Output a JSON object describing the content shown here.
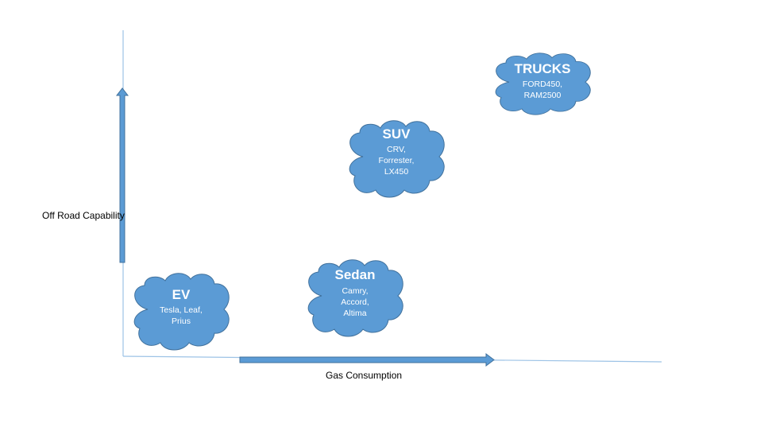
{
  "axes": {
    "x_label": "Gas Consumption",
    "y_label": "Off Road Capability"
  },
  "colors": {
    "cloud_fill": "#5b9bd5",
    "cloud_stroke": "#41719c",
    "axis_line": "#9dc3e6",
    "arrow_fill": "#5b9bd5",
    "arrow_stroke": "#41719c",
    "text_on_cloud": "#ffffff"
  },
  "categories": [
    {
      "title": "EV",
      "items": "Tesla, Leaf, Prius",
      "lines": [
        "Tesla, Leaf,",
        "Prius"
      ]
    },
    {
      "title": "Sedan",
      "items": "Camry, Accord, Altima",
      "lines": [
        "Camry,",
        "Accord,",
        "Altima"
      ]
    },
    {
      "title": "SUV",
      "items": "CRV, Forrester, LX450",
      "lines": [
        "CRV,",
        "Forrester,",
        "LX450"
      ]
    },
    {
      "title": "TRUCKS",
      "items": "FORD450, RAM2500",
      "lines": [
        "FORD450,",
        "RAM2500"
      ]
    }
  ]
}
